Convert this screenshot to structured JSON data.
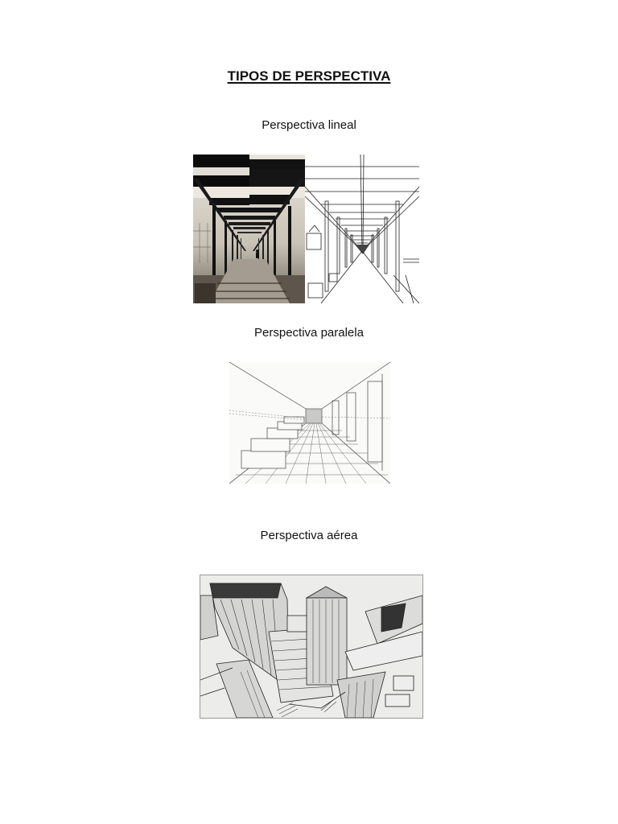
{
  "document": {
    "title": "TIPOS DE PERSPECTIVA",
    "sections": [
      {
        "caption": "Perspectiva lineal",
        "figure": "corridor-photo-and-line-drawing"
      },
      {
        "caption": "Perspectiva paralela",
        "figure": "hallway-sketch-one-point"
      },
      {
        "caption": "Perspectiva aérea",
        "figure": "city-buildings-aerial-sketch"
      }
    ]
  }
}
